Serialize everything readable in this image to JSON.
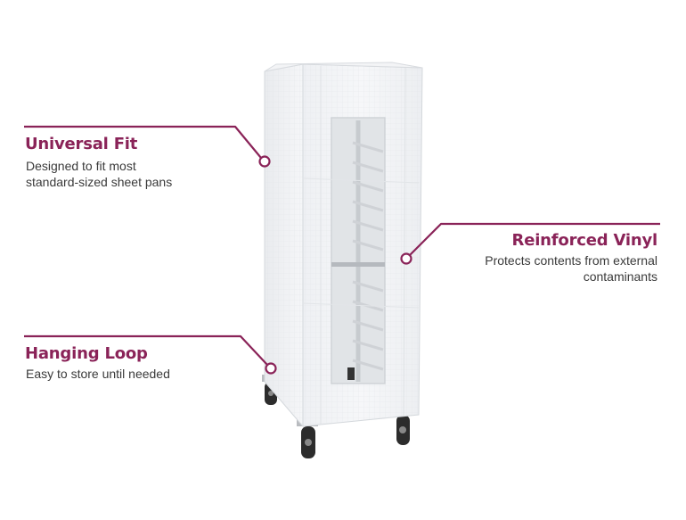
{
  "accent_color": "#8a2358",
  "product": {
    "image_alt": "clear vinyl bun pan rack cover on a rolling sheet pan rack with casters",
    "icon": "product-rack-cover-illustration"
  },
  "callouts": [
    {
      "title": "Universal Fit",
      "description_lines": [
        "Designed to fit most",
        "standard-sized sheet pans"
      ],
      "position": "left-top"
    },
    {
      "title": "Reinforced Vinyl",
      "description_lines": [
        "Protects contents from external",
        "contaminants"
      ],
      "position": "right-middle"
    },
    {
      "title": "Hanging Loop",
      "description_lines": [
        "Easy to store until needed"
      ],
      "position": "left-bottom"
    }
  ]
}
